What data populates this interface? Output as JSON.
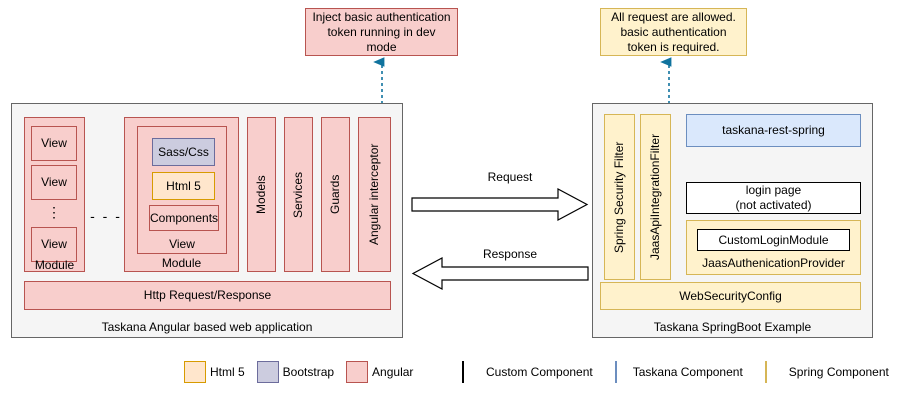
{
  "annotations": {
    "left_note": "Inject basic authentication token running in dev mode",
    "right_note": "All request are allowed. basic authentication token is required.",
    "right_note_line1": "All request are allowed.",
    "right_note_line2": "basic authentication",
    "right_note_line3": "token is required.",
    "left_note_line1": "Inject basic authentication",
    "left_note_line2": "token running in dev",
    "left_note_line3": "mode"
  },
  "client_panel": {
    "caption": "Taskana Angular based web application",
    "module_a": {
      "label": "Module",
      "views": [
        "View",
        "View",
        "View"
      ],
      "ellipsis": "⋮"
    },
    "between_modules": "- - -",
    "module_b": {
      "label": "Module",
      "view_label": "View",
      "items": [
        {
          "label": "Sass/Css",
          "style": "bootstrap"
        },
        {
          "label": "Html 5",
          "style": "html5"
        },
        {
          "label": "Components",
          "style": "angular"
        }
      ]
    },
    "columns": [
      "Models",
      "Services",
      "Guards",
      "Angular interceptor"
    ],
    "http_bar": "Http Request/Response"
  },
  "server_panel": {
    "caption": "Taskana SpringBoot Example",
    "filters": [
      "Spring Security Filter",
      "JaasApiIntegrationFilter"
    ],
    "rest": "taskana-rest-spring",
    "login_page_line1": "login page",
    "login_page_line2": "(not activated)",
    "auth_provider": {
      "inner": "CustomLoginModule",
      "label": "JaasAuthenicationProvider"
    },
    "web_security_config": "WebSecurityConfig"
  },
  "flow": {
    "request": "Request",
    "response": "Response"
  },
  "legend": {
    "left_group": [
      {
        "label": "Html 5",
        "style": "html5",
        "color": "#ffe6cc"
      },
      {
        "label": "Bootstrap",
        "style": "bootstrap",
        "color": "#ccccdf"
      },
      {
        "label": "Angular",
        "style": "angular",
        "color": "#f8cecc"
      }
    ],
    "right_group": [
      {
        "label": "Custom Component",
        "style": "custom",
        "color": "#ffffff"
      },
      {
        "label": "Taskana Component",
        "style": "taskana",
        "color": "#dae8fc"
      },
      {
        "label": "Spring Component",
        "style": "spring",
        "color": "#fff2cc"
      }
    ]
  },
  "colors": {
    "angular": "#f8cecc",
    "bootstrap": "#ccccdf",
    "html5": "#ffe6cc",
    "spring": "#fff2cc",
    "taskana": "#dae8fc",
    "custom": "#ffffff",
    "dashed_connector": "#10739e",
    "panel_bg": "#f5f5f5"
  }
}
